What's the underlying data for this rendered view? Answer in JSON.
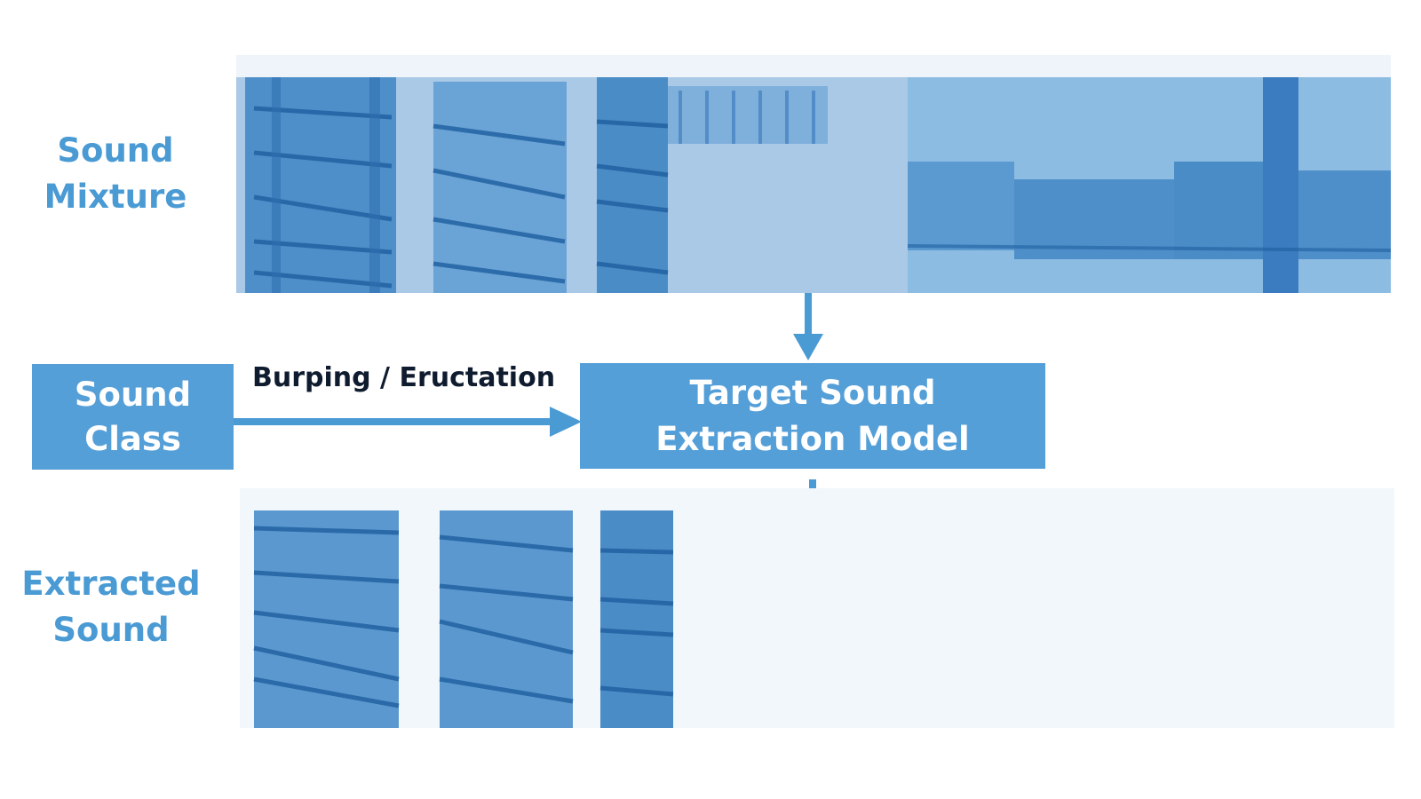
{
  "labels": {
    "mixture": "Sound\nMixture",
    "extracted": "Extracted\nSound"
  },
  "sound_class_box": "Sound\nClass",
  "class_value": "Burping / Eructation",
  "model_box": "Target  Sound\nExtraction Model",
  "colors": {
    "accent": "#559fd8",
    "label_text": "#4a9ad4",
    "arrow": "#4a9ad4",
    "spectrogram_dark": "#1f5fa0",
    "spectrogram_mid": "#5b9ad0",
    "background": "#ffffff"
  }
}
